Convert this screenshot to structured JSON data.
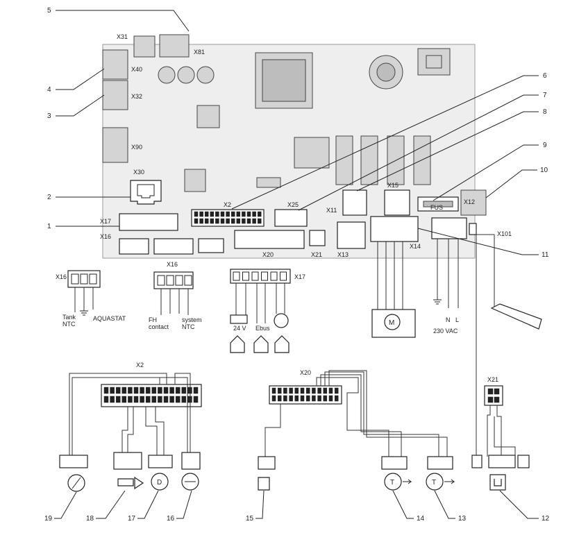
{
  "board_labels": {
    "x31": "X31",
    "x81": "X81",
    "x40": "X40",
    "x32": "X32",
    "x90": "X90",
    "x30": "X30",
    "x17": "X17",
    "x16": "X16",
    "x2": "X2",
    "x20": "X20",
    "x21": "X21",
    "x25": "X25",
    "x11": "X11",
    "x15": "X15",
    "x13": "X13",
    "x14": "X14",
    "fus": "FUS",
    "x12": "X12",
    "x101": "X101"
  },
  "callouts": {
    "n1": "1",
    "n2": "2",
    "n3": "3",
    "n4": "4",
    "n5": "5",
    "n6": "6",
    "n7": "7",
    "n8": "8",
    "n9": "9",
    "n10": "10",
    "n11": "11",
    "n12": "12",
    "n13": "13",
    "n14": "14",
    "n15": "15",
    "n16": "16",
    "n17": "17",
    "n18": "18",
    "n19": "19"
  },
  "detail": {
    "x16_left": "X16",
    "tank_ntc": "Tank\nNTC",
    "aquastat": "AQUASTAT",
    "x16_mid": "X16",
    "fh_contact": "FH\ncontact",
    "system_ntc": "system\nNTC",
    "x17": "X17",
    "v24": "24 V",
    "ebus": "Ebus",
    "motor_m": "M",
    "n_label": "N",
    "l_label": "L",
    "vac": "230 VAC",
    "x2": "X2",
    "x20": "X20",
    "x21": "X21",
    "sym_d": "D",
    "sym_t1": "T",
    "sym_t2": "T"
  }
}
